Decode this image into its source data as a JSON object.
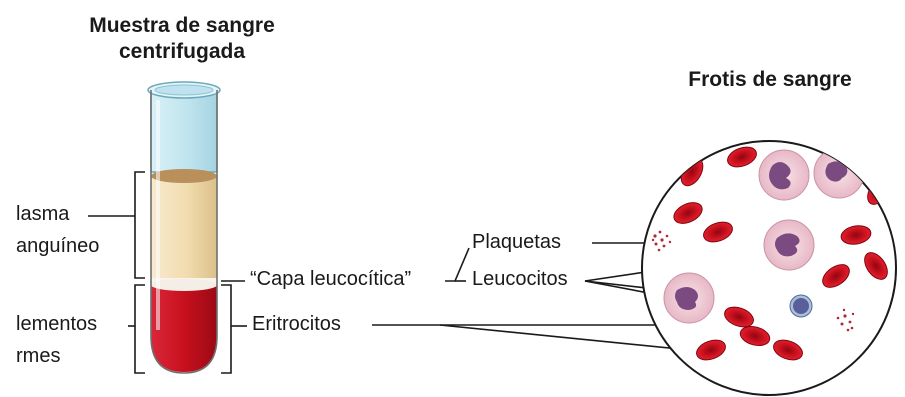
{
  "tube": {
    "title_line1": "Muestra de sangre",
    "title_line2": "centrifugada",
    "plasma_line1": "lasma",
    "plasma_line2": "anguíneo",
    "formed_line1": "lementos",
    "formed_line2": "rmes",
    "buffy_coat": "“Capa leucocítica”",
    "erythrocytes": "Eritrocitos"
  },
  "smear": {
    "title": "Frotis de sangre",
    "platelets": "Plaquetas",
    "leukocytes": "Leucocitos"
  },
  "colors": {
    "plasma": "#f3dfb2",
    "buffy": "#f7f4ec",
    "rbc": "#c8101e",
    "glass": "#bfe3ee",
    "wbc": "#f3d3dc",
    "nucleus": "#7a4a80"
  }
}
